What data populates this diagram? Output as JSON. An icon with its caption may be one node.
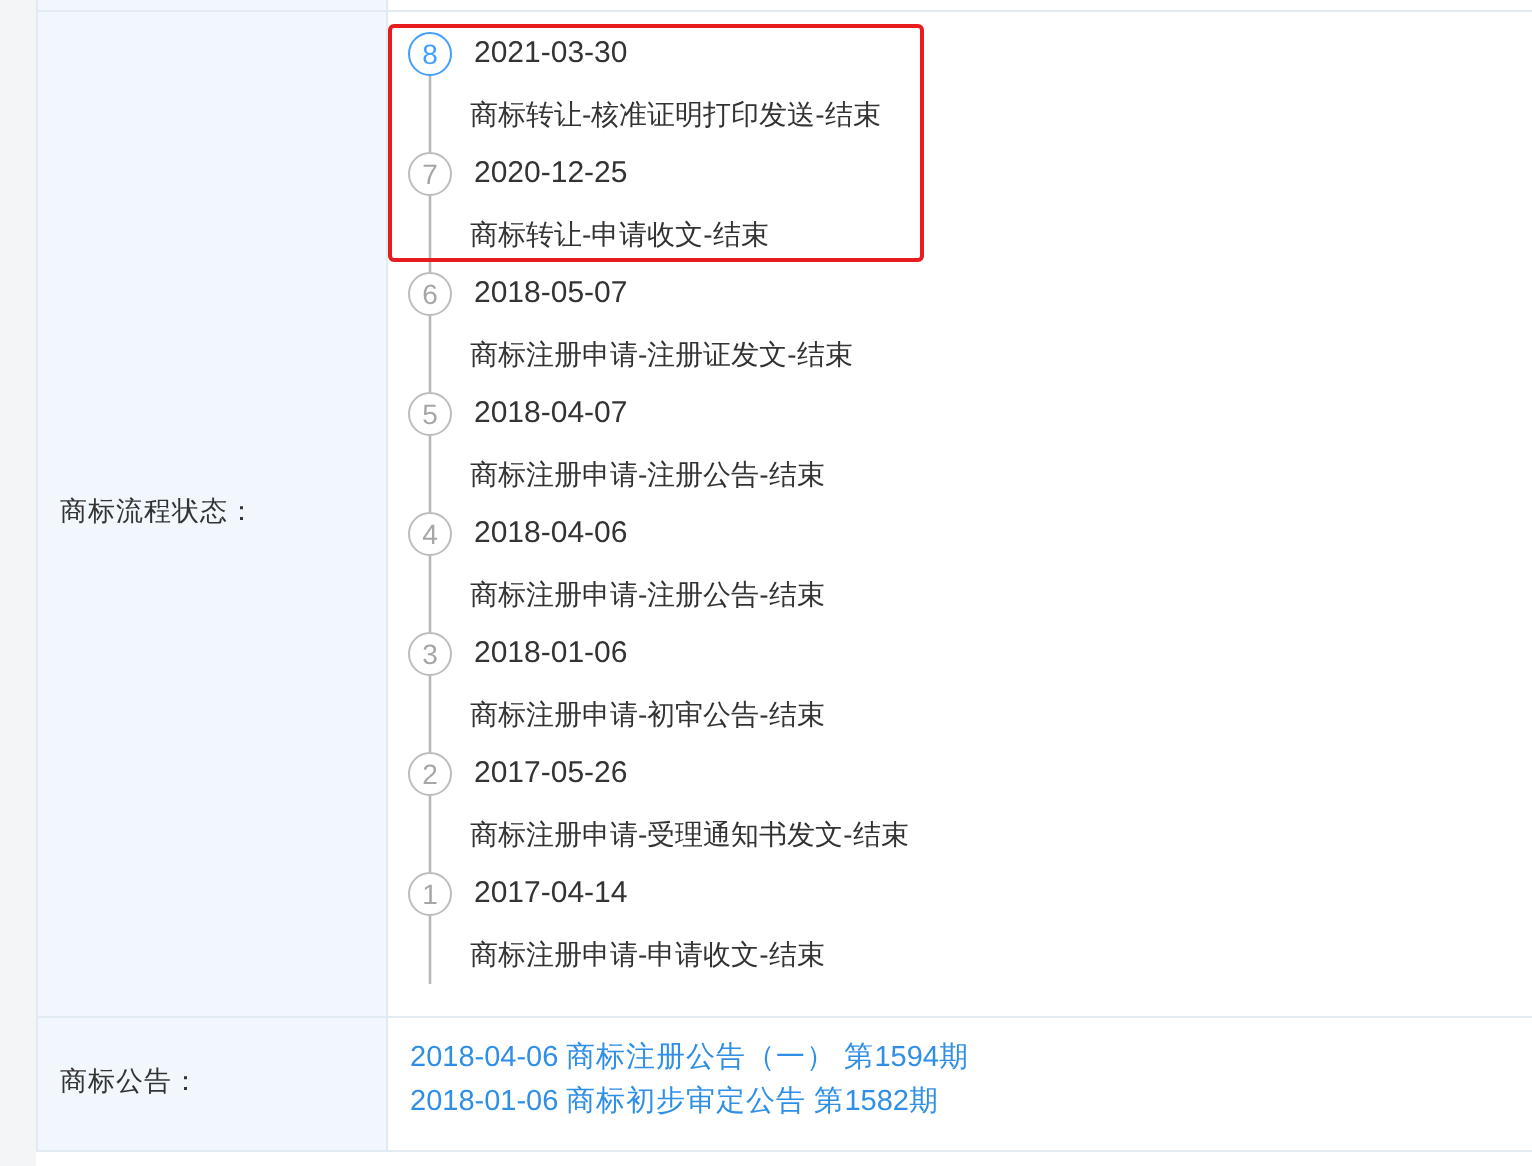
{
  "diagram": {
    "nodes": [
      {
        "text": [],
        "shape": "box"
      },
      {
        "text": [
          "8"
        ],
        "in": 0,
        "beside": [
          "2021-03-30",
          "商标转让-核准证明打印发送-结束"
        ]
      },
      {
        "text": [
          "7"
        ],
        "in": 0,
        "beside": [
          "2020-12-25",
          "商标转让-申请收文-结束"
        ]
      },
      {
        "text": [
          "6"
        ],
        "beside": [
          "2018-05-07",
          "商标注册申请-注册证发文-结束"
        ]
      },
      {
        "text": [
          "5"
        ],
        "beside": [
          "2018-04-07",
          "商标注册申请-注册公告-结束"
        ]
      },
      {
        "text": [
          "4"
        ],
        "beside": [
          "2018-04-06",
          "商标注册申请-注册公告-结束"
        ]
      },
      {
        "text": [
          "3"
        ],
        "beside": [
          "2018-01-06",
          "商标注册申请-初审公告-结束"
        ]
      },
      {
        "text": [
          "2"
        ],
        "beside": [
          "2017-05-26",
          "商标注册申请-受理通知书发文-结束"
        ]
      },
      {
        "text": [
          "1"
        ],
        "beside": [
          "2017-04-14",
          "商标注册申请-申请收文-结束"
        ]
      }
    ],
    "edges": [
      {
        "from": 1,
        "to": 2,
        "arrow": "none"
      },
      {
        "from": 2,
        "to": 3,
        "arrow": "none"
      },
      {
        "from": 3,
        "to": 4,
        "arrow": "none"
      },
      {
        "from": 4,
        "to": 5,
        "arrow": "none"
      },
      {
        "from": 5,
        "to": 6,
        "arrow": "none"
      },
      {
        "from": 6,
        "to": 7,
        "arrow": "none"
      },
      {
        "from": 7,
        "to": 8,
        "arrow": "none"
      },
      {
        "from": 8,
        "to": null,
        "arrow": "none"
      }
    ],
    "labels": [
      "商标流程状态：",
      "商标公告：",
      "2018-04-06 商标注册公告（一） 第1594期",
      "2018-01-06 商标初步审定公告 第1582期"
    ]
  }
}
